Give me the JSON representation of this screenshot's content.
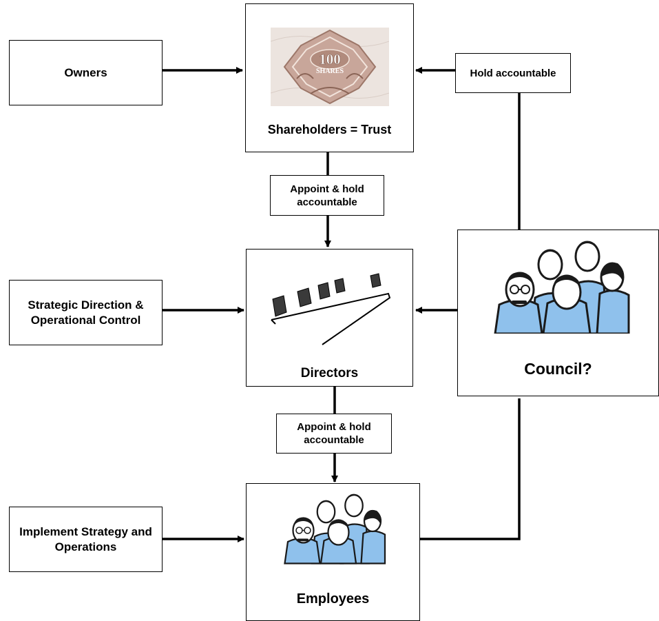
{
  "nodes": {
    "owners": "Owners",
    "shareholders": "Shareholders = Trust",
    "share_certificate": {
      "number": "100",
      "word": "SHARES"
    },
    "strategic": "Strategic Direction & Operational Control",
    "directors": "Directors",
    "council": "Council?",
    "implement": "Implement Strategy and Operations",
    "employees": "Employees"
  },
  "edge_labels": {
    "hold_accountable": "Hold accountable",
    "appoint_top": "Appoint & hold accountable",
    "appoint_bottom": "Appoint & hold accountable"
  },
  "colors": {
    "line": "#000000",
    "people_fill": "#8fc1ec",
    "certificate": "#c8a69a"
  }
}
